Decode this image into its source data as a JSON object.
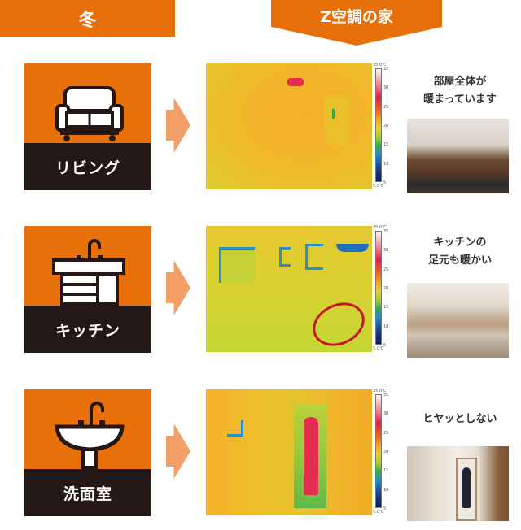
{
  "header": {
    "season_label": "冬",
    "house_label": "Z空調の家"
  },
  "thermal_scale": {
    "max_label": "35.0℃",
    "min_label": "5.0℃",
    "ticks": [
      "35",
      "30",
      "25",
      "20",
      "15",
      "10",
      "5"
    ],
    "colors": [
      "#fbf6f4",
      "#e51b4b",
      "#f3a72a",
      "#e8d12b",
      "#2fae4e",
      "#1e90c8",
      "#0d1550"
    ]
  },
  "rows": [
    {
      "room": "リビング",
      "icon": "sofa-icon",
      "caption_line1": "部屋全体が",
      "caption_line2": "暖まっています",
      "thermal_desc": "thermal image of living room, mostly orange-yellow",
      "photo_desc": "living room photo with black sofa and wooden doors"
    },
    {
      "room": "キッチン",
      "icon": "kitchen-sink-icon",
      "caption_line1": "キッチンの",
      "caption_line2": "足元も暖かい",
      "thermal_desc": "thermal image of kitchen, yellow-green with circled floor area",
      "photo_desc": "kitchen photo with counter and sink"
    },
    {
      "room": "洗面室",
      "icon": "washbasin-icon",
      "caption_line1": "ヒヤッとしない",
      "caption_line2": "",
      "thermal_desc": "thermal image of washroom with person in doorway",
      "photo_desc": "washroom photo with person standing in doorway"
    }
  ],
  "colors": {
    "accent_orange": "#e8700a",
    "dark_band": "#231815",
    "arrow": "#f2a065",
    "highlight_circle": "#c4161c"
  }
}
